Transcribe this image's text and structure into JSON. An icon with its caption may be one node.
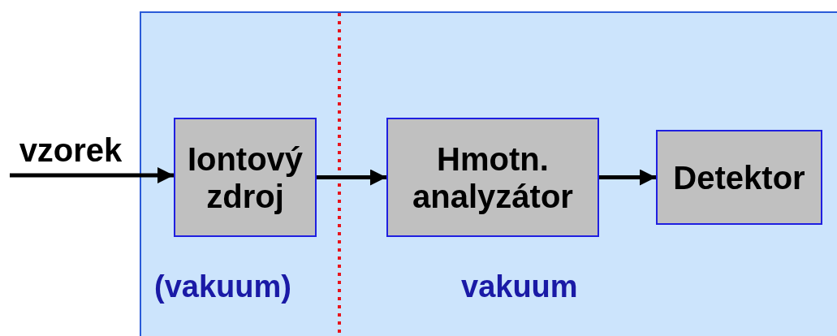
{
  "diagram": {
    "nodes": [
      {
        "text": [],
        "shape": "box"
      },
      {
        "text": [
          "vzorek"
        ]
      },
      {
        "text": [
          "Iontový zdroj"
        ],
        "in": 0
      },
      {
        "text": [
          "Hmotn. analyzátor"
        ],
        "in": 0
      },
      {
        "text": [
          "Detektor"
        ],
        "in": 0
      }
    ],
    "edges": [
      {
        "from": 1,
        "to": 2,
        "arrow": "to"
      },
      {
        "from": 2,
        "to": 3,
        "arrow": "to"
      },
      {
        "from": 3,
        "to": 4,
        "arrow": "to"
      }
    ],
    "labels": [
      "(vakuum)",
      "vakuum"
    ]
  }
}
